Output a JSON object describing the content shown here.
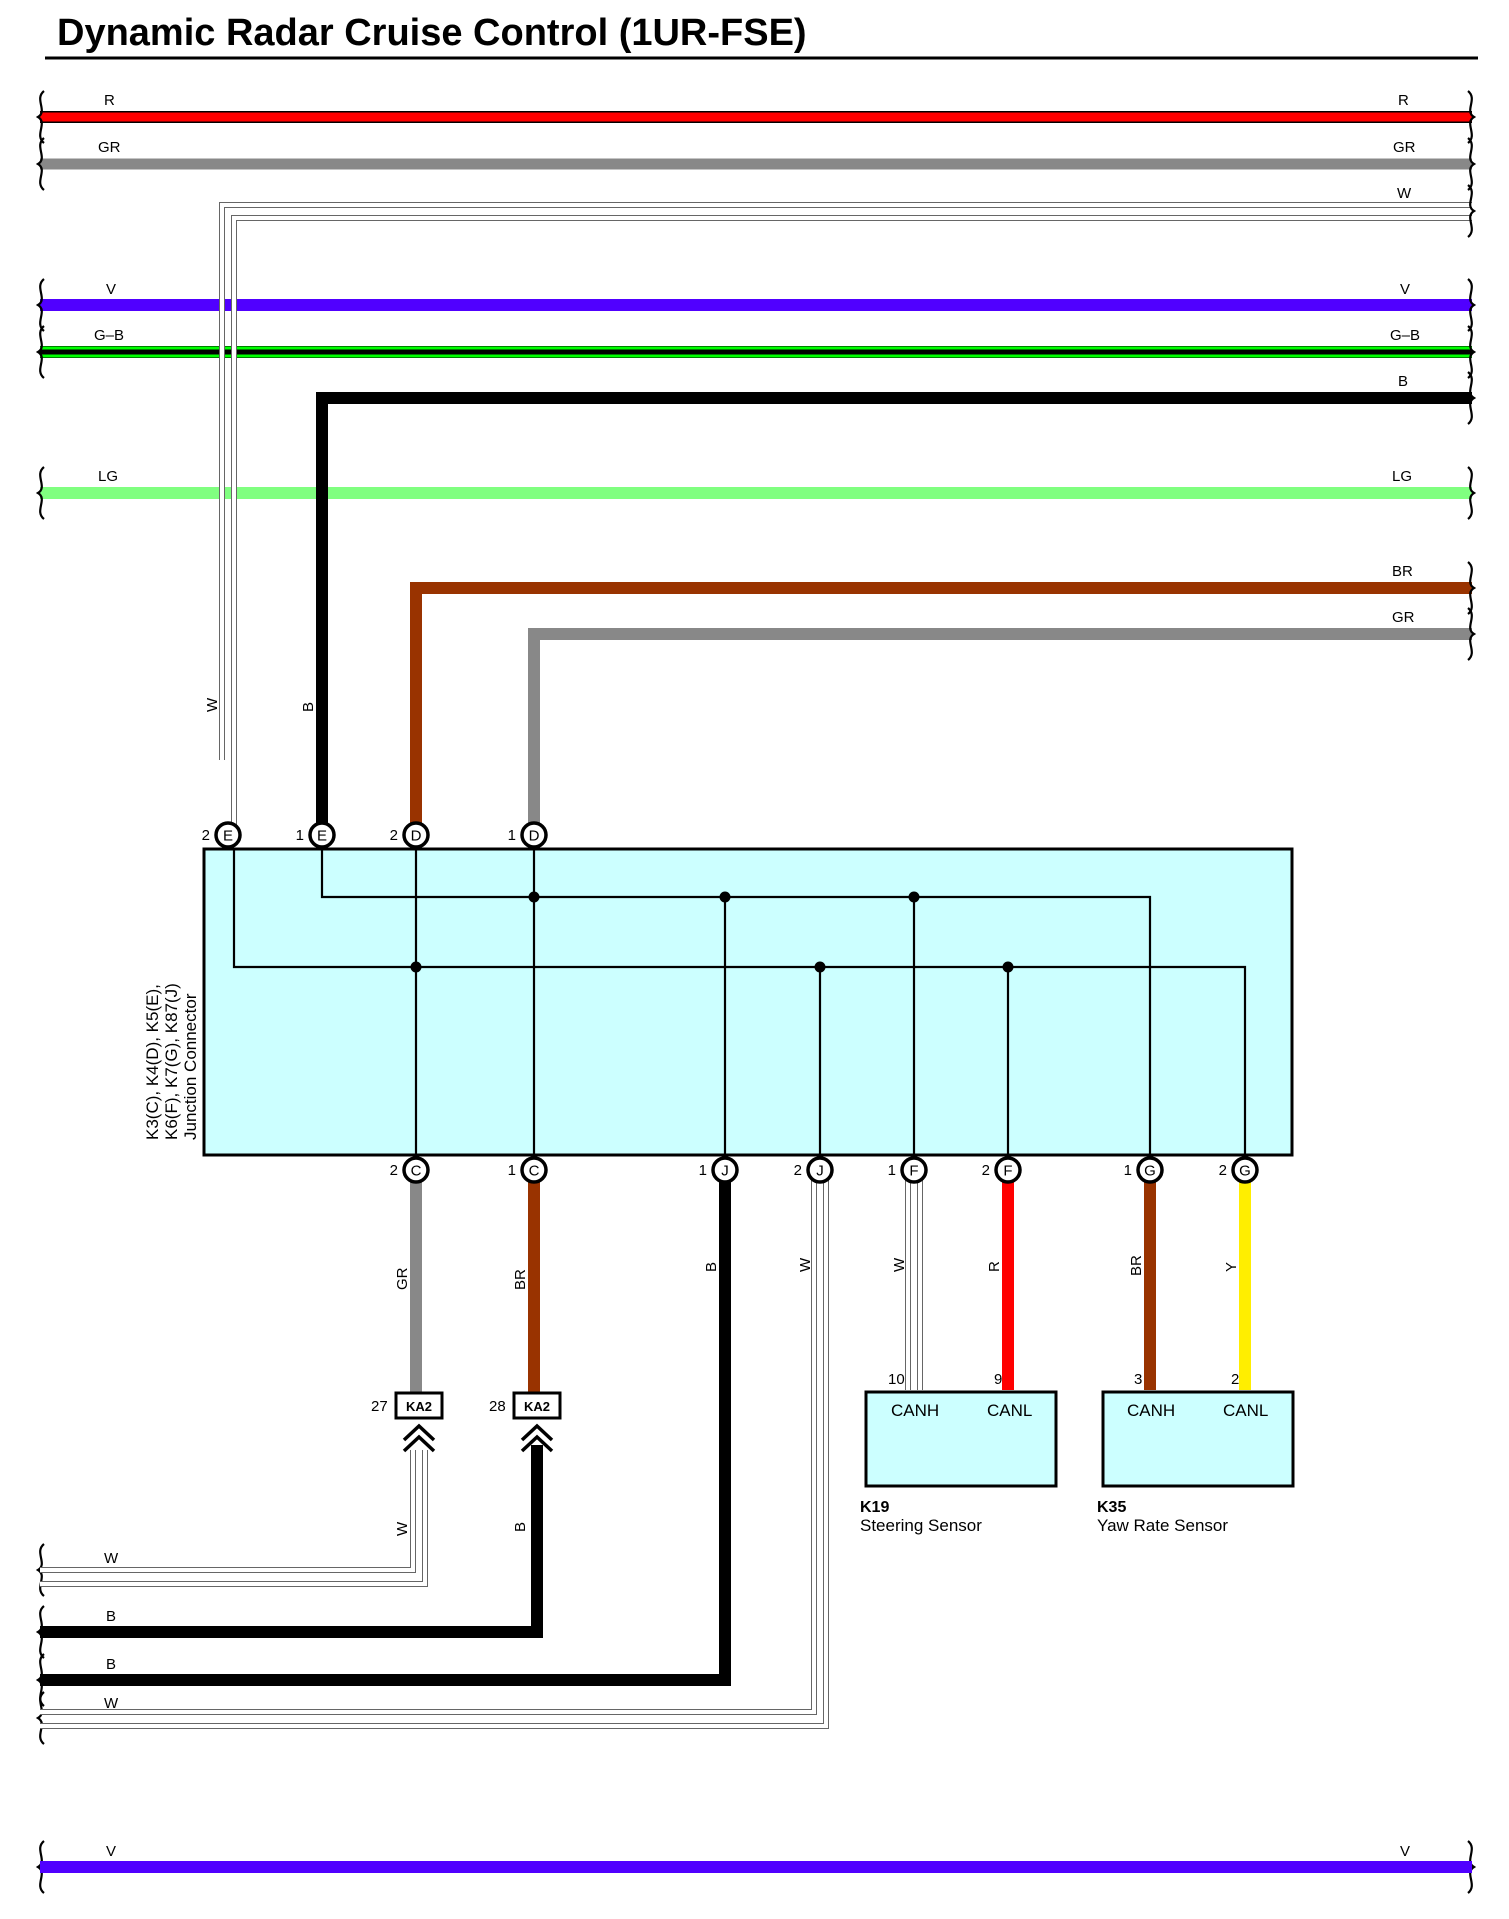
{
  "title": "Dynamic Radar Cruise Control (1UR-FSE)",
  "colors": {
    "R": "#ff0000",
    "GR": "#888888",
    "W": "#ffffff",
    "V": "#5000ff",
    "G-B": "#00ff00",
    "B": "#000000",
    "LG": "#80ff80",
    "BR": "#993300",
    "Y": "#ffee00",
    "box_fill": "#ccffff"
  },
  "junction": {
    "label_lines": [
      "K3(C), K4(D), K5(E),",
      "K6(F), K7(G), K87(J)",
      "Junction Connector"
    ]
  },
  "top_pins": [
    {
      "num": "2",
      "letter": "E"
    },
    {
      "num": "1",
      "letter": "E"
    },
    {
      "num": "2",
      "letter": "D"
    },
    {
      "num": "1",
      "letter": "D"
    }
  ],
  "bottom_pins": [
    {
      "num": "2",
      "letter": "C"
    },
    {
      "num": "1",
      "letter": "C"
    },
    {
      "num": "1",
      "letter": "J"
    },
    {
      "num": "2",
      "letter": "J"
    },
    {
      "num": "1",
      "letter": "F"
    },
    {
      "num": "2",
      "letter": "F"
    },
    {
      "num": "1",
      "letter": "G"
    },
    {
      "num": "2",
      "letter": "G"
    }
  ],
  "wire_labels": {
    "top_r_left": "R",
    "top_r_right": "R",
    "top_gr_left": "GR",
    "top_gr_right": "GR",
    "top_w_right": "W",
    "top_v_left": "V",
    "top_v_right": "V",
    "top_gb_left": "G–B",
    "top_gb_right": "G–B",
    "top_b_right": "B",
    "top_lg_left": "LG",
    "top_lg_right": "LG",
    "top_br_right": "BR",
    "top_gr2_right": "GR",
    "vert_w": "W",
    "vert_b": "B",
    "c2": "GR",
    "c1": "BR",
    "j1": "B",
    "j2": "W",
    "f1": "W",
    "f2": "R",
    "g1": "BR",
    "g2": "Y",
    "ka2_27_below": "W",
    "ka2_28_below": "B",
    "bot_w1": "W",
    "bot_b1": "B",
    "bot_b2": "B",
    "bot_w2": "W",
    "bot_v_left": "V",
    "bot_v_right": "V"
  },
  "ka2": [
    {
      "pin": "27",
      "name": "KA2"
    },
    {
      "pin": "28",
      "name": "KA2"
    }
  ],
  "k19": {
    "id": "K19",
    "name": "Steering Sensor",
    "pin_a": "10",
    "pin_b": "9",
    "a": "CANH",
    "b": "CANL"
  },
  "k35": {
    "id": "K35",
    "name": "Yaw Rate Sensor",
    "pin_a": "3",
    "pin_b": "2",
    "a": "CANH",
    "b": "CANL"
  }
}
